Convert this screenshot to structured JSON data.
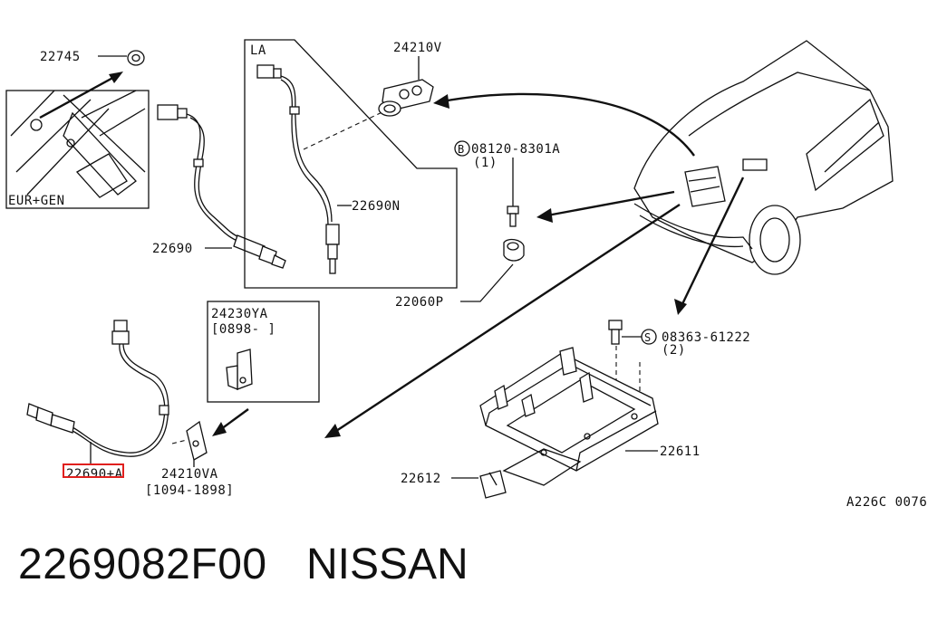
{
  "diagram": {
    "callouts": {
      "grommet": "22745",
      "inset_label": "EUR+GEN",
      "sensor_main": "22690",
      "sensor_la": "22690N",
      "group_la": "LA",
      "knock_sensor_top": "24210V",
      "bolt_b": "08120-8301A",
      "bolt_b_qty": "(1)",
      "knock_sensor": "22060P",
      "bracket_box_part": "24230YA",
      "bracket_box_date": "[0898-    ]",
      "sensor_front": "22690+A",
      "bracket_front": "24210VA",
      "bracket_front_date": "[1094-1898]",
      "screw_s": "08363-61222",
      "screw_s_qty": "(2)",
      "ecu": "22611",
      "ecu_cover": "22612",
      "drawing_id": "A226C 0076",
      "bolt_b_symbol": "B",
      "screw_s_symbol": "S"
    },
    "highlight_part": "22690+A",
    "highlight_color": "#e0201e"
  },
  "footer": {
    "part_number": "2269082F00",
    "manufacturer": "NISSAN"
  }
}
